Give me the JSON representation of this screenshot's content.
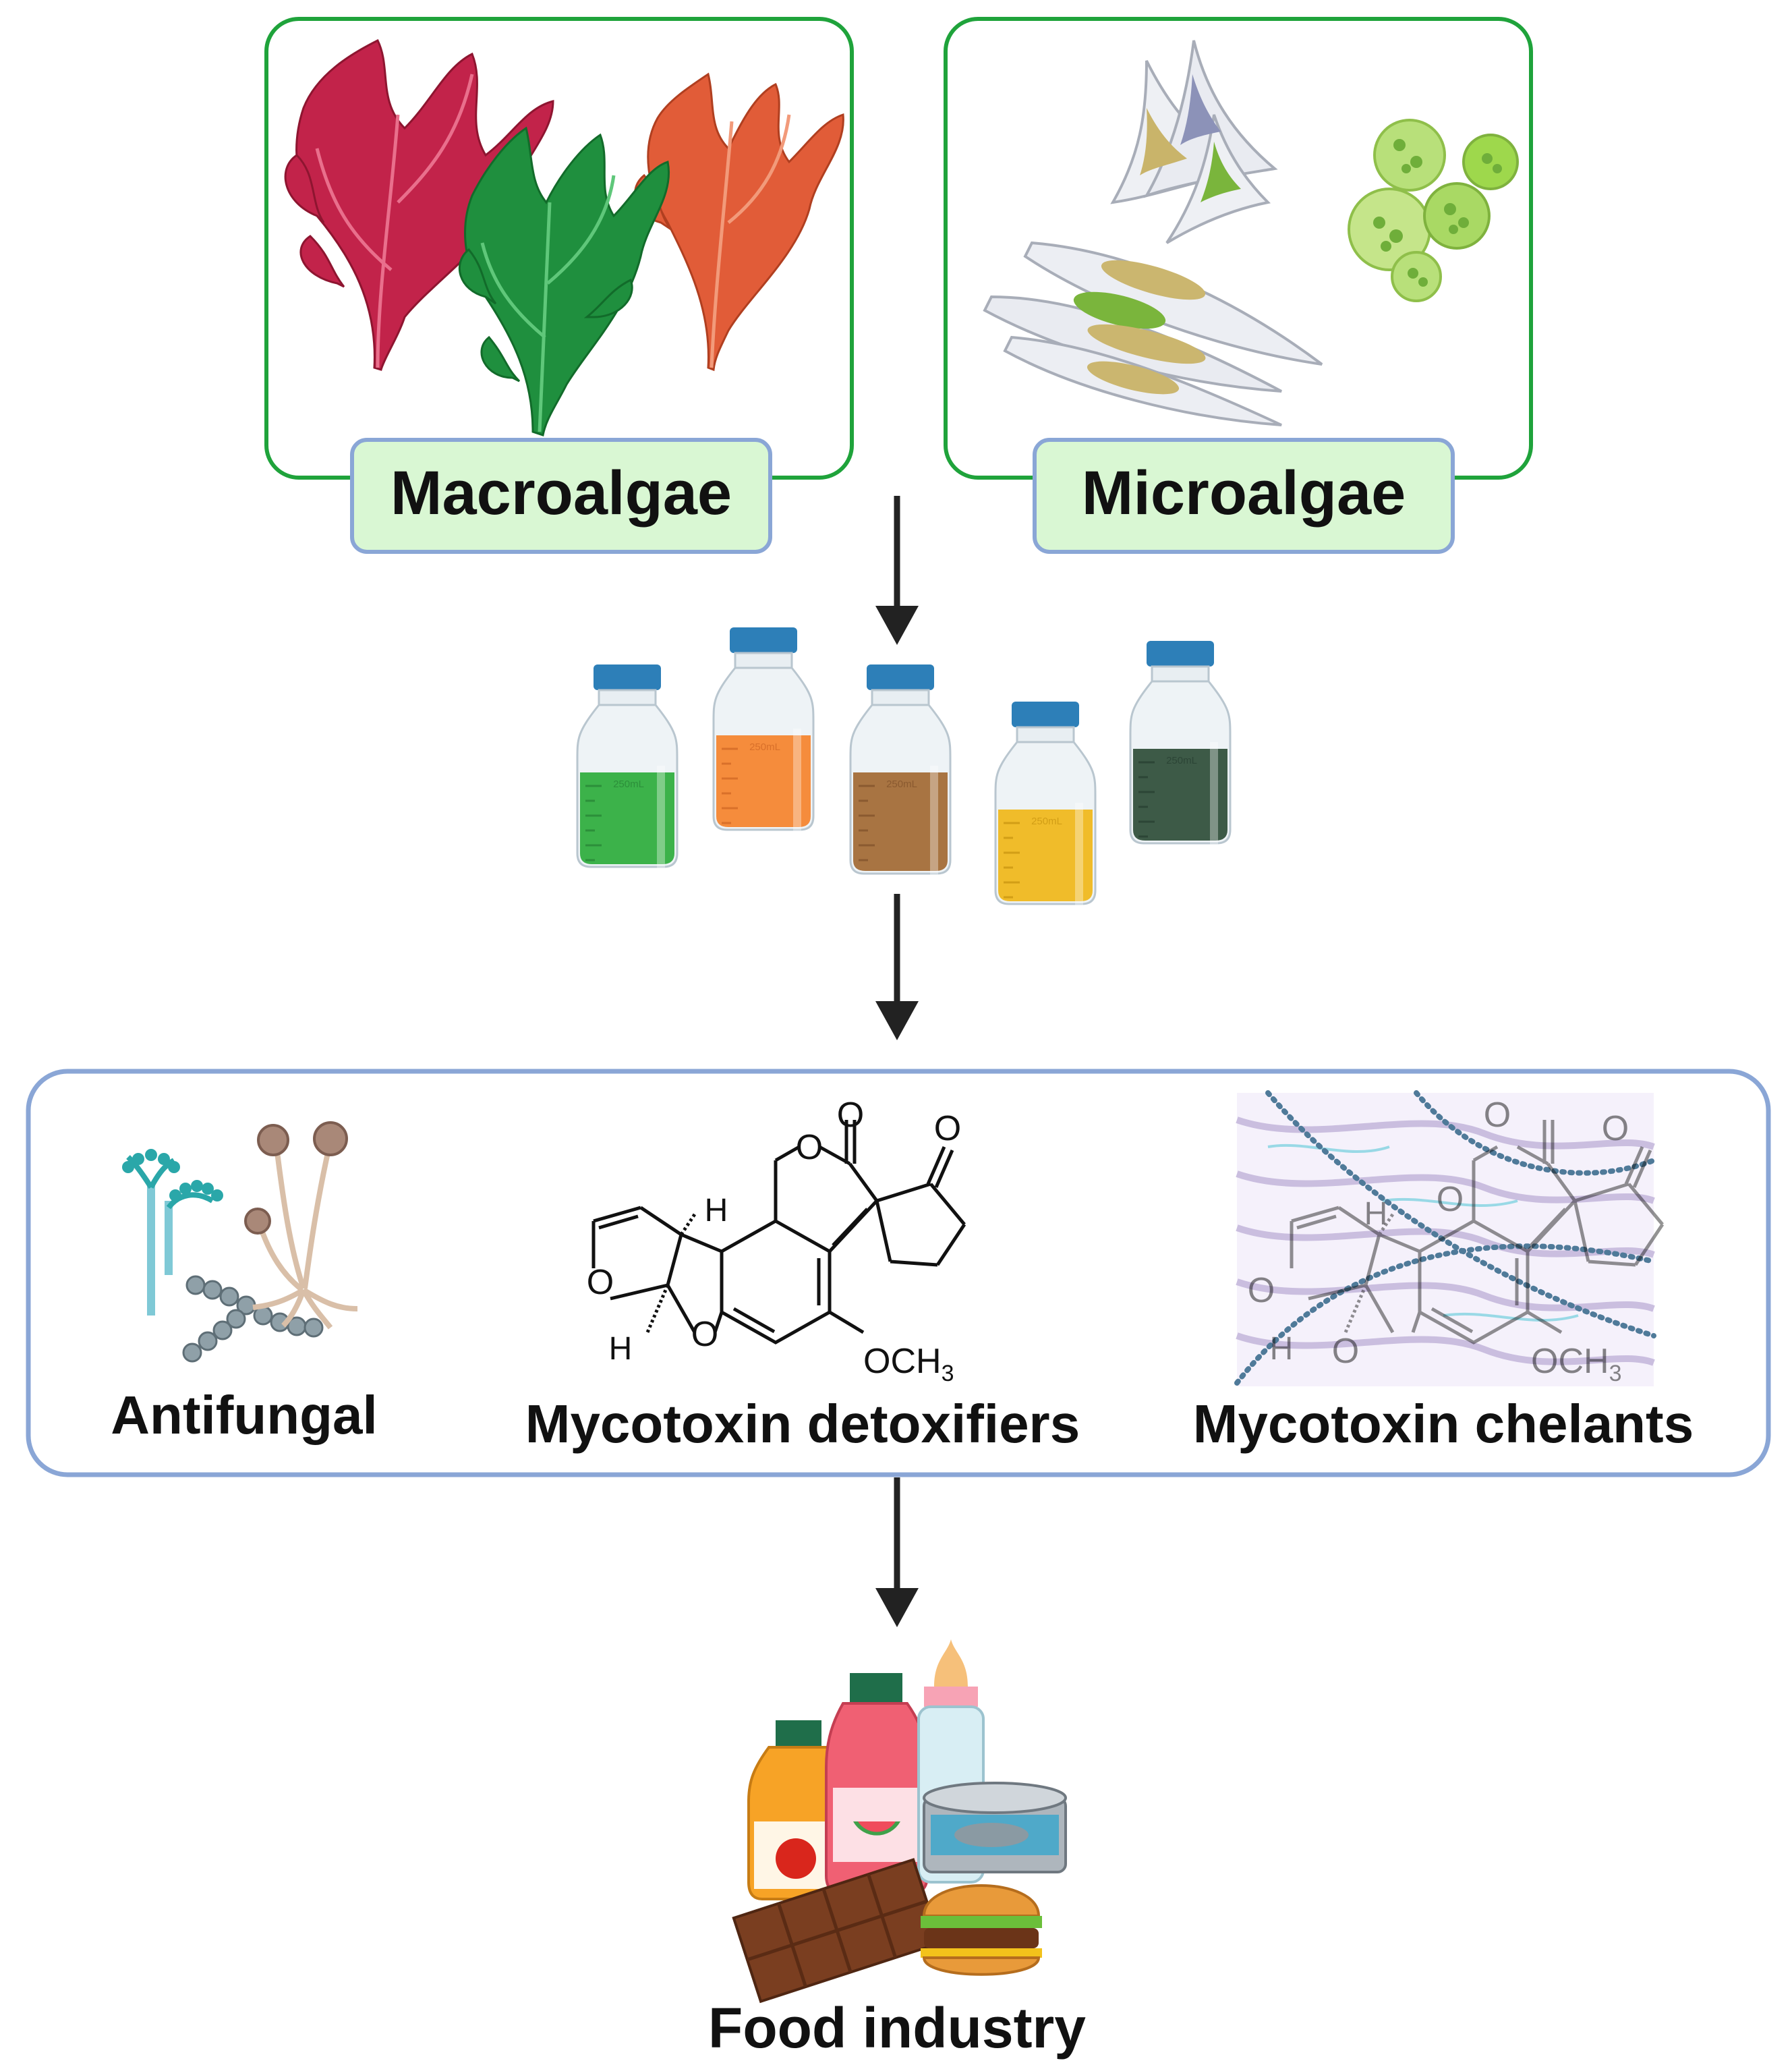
{
  "sources": {
    "macro_label": "Macroalgae",
    "micro_label": "Microalgae"
  },
  "bottles": [
    {
      "mark": "250mL",
      "liquid": "#3cb24a",
      "dark": "#2c8f3a"
    },
    {
      "mark": "250mL",
      "liquid": "#f58c3c",
      "dark": "#d9702a"
    },
    {
      "mark": "250mL",
      "liquid": "#a87442",
      "dark": "#8a5a30"
    },
    {
      "mark": "250mL",
      "liquid": "#f0bc2a",
      "dark": "#d29e16"
    },
    {
      "mark": "250mL",
      "liquid": "#3d5a47",
      "dark": "#2c4536"
    }
  ],
  "activities": {
    "antifungal_label": "Antifungal",
    "detox_label": "Mycotoxin detoxifiers",
    "chelant_label": "Mycotoxin chelants"
  },
  "molecule": {
    "o_label": "O",
    "h_label": "H",
    "methoxy_label": "OCH",
    "methoxy_subscript": "3"
  },
  "outcome": {
    "label": "Food industry"
  },
  "colors": {
    "source_frame": "#1fa33b",
    "label_box_border": "#8aa6d6",
    "label_box_fill": "#d9f7d3",
    "panel_border": "#8aa6d6",
    "arrow": "#222222",
    "bottle_cap": "#2d7fb8"
  }
}
